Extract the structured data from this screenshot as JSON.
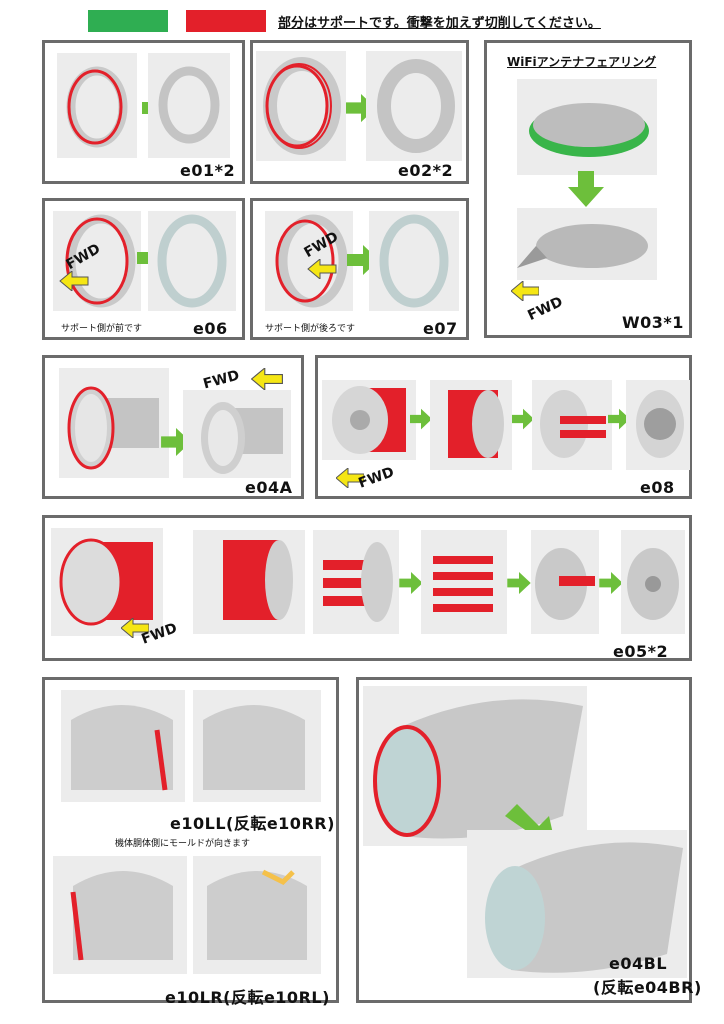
{
  "legend": {
    "green_color": "#2fae52",
    "red_color": "#e3202a",
    "instruction": "部分はサポートです。衝撃を加えず切削してください。"
  },
  "colors": {
    "support_red": "#e3202a",
    "mold_green": "#39b54a",
    "arrow_green": "#6dbf3b",
    "fwd_yellow": "#f5e614",
    "border": "#6b6b6b"
  },
  "panels": {
    "e01": {
      "label": "e01*2"
    },
    "e02": {
      "label": "e02*2"
    },
    "w03": {
      "title": "WiFiアンテナフェアリング",
      "fwd": "FWD",
      "label": "W03*1"
    },
    "e06": {
      "fwd": "FWD",
      "note": "サポート側が前です",
      "label": "e06"
    },
    "e07": {
      "fwd": "FWD",
      "note": "サポート側が後ろです",
      "label": "e07"
    },
    "e04a": {
      "fwd": "FWD",
      "label": "e04A"
    },
    "e08": {
      "fwd": "FWD",
      "label": "e08"
    },
    "e05": {
      "fwd": "FWD",
      "label": "e05*2"
    },
    "e10": {
      "label_ll": "e10LL(反転e10RR)",
      "note": "機体胴体側にモールドが向きます",
      "label_lr": "e10LR(反転e10RL)"
    },
    "e04b": {
      "label_line1": "e04BL",
      "label_line2": "(反転e04BR)"
    }
  }
}
